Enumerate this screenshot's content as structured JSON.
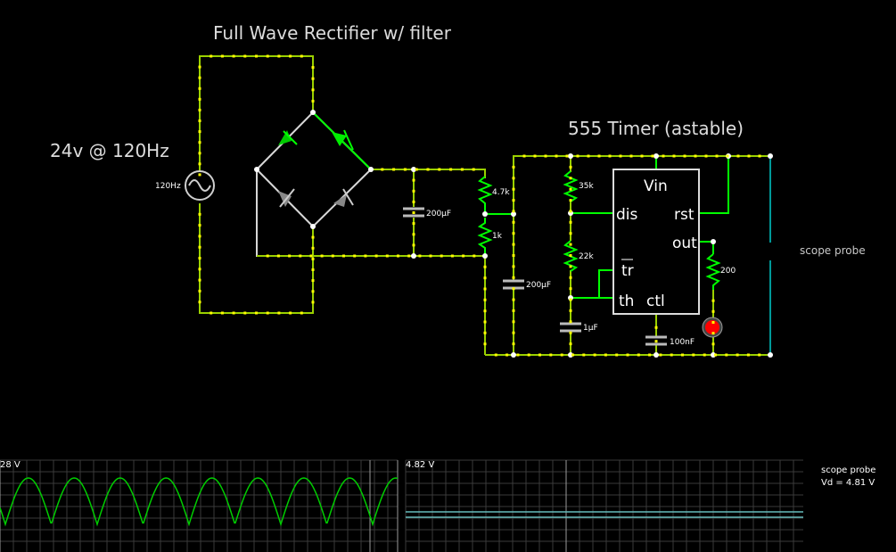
{
  "titles": {
    "rectifier": "Full Wave Rectifier w/ filter",
    "timer": "555 Timer (astable)",
    "source": "24v @ 120Hz"
  },
  "components": {
    "source_freq": "120Hz",
    "cap1": "200µF",
    "res_a": "4.7k",
    "res_b": "1k",
    "cap2": "200µF",
    "r1": "35k",
    "r2": "22k",
    "c_timing": "1µF",
    "c_ctl": "100nF",
    "r_out": "200"
  },
  "ic555": {
    "vin": "Vin",
    "dis": "dis",
    "rst": "rst",
    "out": "out",
    "tr": "tr",
    "th": "th",
    "ctl": "ctl"
  },
  "probe": {
    "label": "scope probe"
  },
  "scope1": {
    "value": "28 V",
    "waveform": "rectified sine (|sin|), ~8 visible peaks",
    "trace_color": "#00cc00"
  },
  "scope2": {
    "value": "4.82 V",
    "trace_color": "#66bbbb"
  },
  "scope_info": {
    "name": "scope probe",
    "reading": "Vd = 4.81 V"
  },
  "colors": {
    "background": "#000000",
    "wire_idle": "#d8d8d8",
    "wire_live": "#00ff00",
    "wire_current_dots": "#ffff00",
    "led": "#ff0000"
  }
}
